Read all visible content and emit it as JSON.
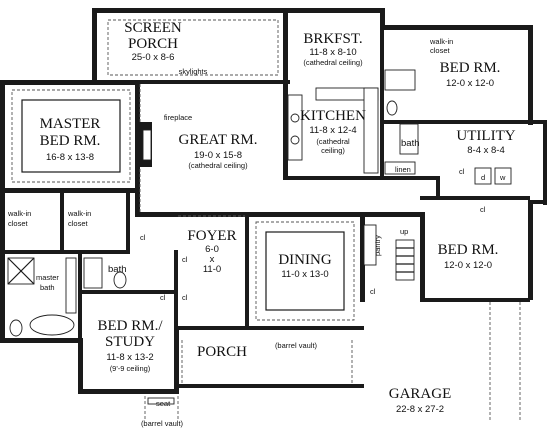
{
  "rooms": {
    "screen_porch": {
      "name_line1": "SCREEN",
      "name_line2": "PORCH",
      "dims": "25-0 x 8-6"
    },
    "skylights": "skylights",
    "brkfst": {
      "name": "BRKFST.",
      "dims": "11-8 x 8-10",
      "note": "(cathedral ceiling)"
    },
    "walkin_top_right": {
      "line1": "walk-in",
      "line2": "closet"
    },
    "bed_rm_1": {
      "name": "BED RM.",
      "dims": "12-0 x 12-0"
    },
    "master": {
      "name_line1": "MASTER",
      "name_line2": "BED RM.",
      "dims": "16-8 x 13-8"
    },
    "fireplace": "fireplace",
    "great_rm": {
      "name": "GREAT RM.",
      "dims": "19-0 x 15-8",
      "note": "(cathedral ceiling)"
    },
    "kitchen": {
      "name": "KITCHEN",
      "dims": "11-8 x 12-4",
      "note1": "(cathedral",
      "note2": "ceiling)"
    },
    "bath_kitchen": "bath",
    "utility": {
      "name": "UTILITY",
      "dims": "8-4 x 8-4",
      "cl": "cl",
      "d": "d",
      "w": "w"
    },
    "linen": "linen",
    "walkin_left": {
      "line1": "walk-in",
      "line2": "closet"
    },
    "walkin_mid": {
      "line1": "walk-in",
      "line2": "closet"
    },
    "cl_upper": "cl",
    "foyer": {
      "name": "FOYER",
      "dims1": "6-0",
      "dims2": "x",
      "dims3": "11-0"
    },
    "dining": {
      "name": "DINING",
      "dims": "11-0 x 13-0"
    },
    "pantry": "pantry",
    "up": "up",
    "bed_rm_2": {
      "name": "BED RM.",
      "dims": "12-0 x 12-0"
    },
    "cl_right": "cl",
    "cl_foyer": "cl",
    "cl_foyer2": "cl",
    "cl_study": "cl",
    "cl_pantry": "cl",
    "master_bath": {
      "line1": "master",
      "line2": "bath"
    },
    "bath_study": "bath",
    "study": {
      "name_line1": "BED RM./",
      "name_line2": "STUDY",
      "dims": "11-8 x 13-2",
      "note": "(9'-9 ceiling)"
    },
    "porch": {
      "name": "PORCH"
    },
    "barrel_vault_porch": "(barrel vault)",
    "seat": "seat",
    "barrel_vault_bottom": "(barrel vault)",
    "garage": {
      "name": "GARAGE",
      "dims": "22-8 x 27-2"
    }
  }
}
